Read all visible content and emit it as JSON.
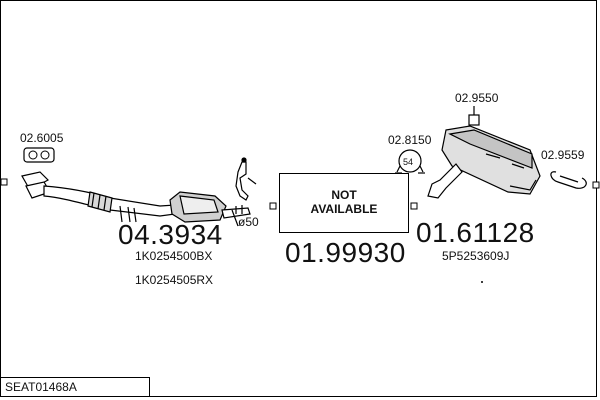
{
  "diagram_code": "SEAT01468A",
  "not_available": {
    "line1": "NOT",
    "line2": "AVAILABLE"
  },
  "parts": {
    "front_pipe_code": "04.3934",
    "front_pipe_refs": [
      "1K0254500BX",
      "1K0254505RX"
    ],
    "diameter": "ø50",
    "middle_code": "01.99930",
    "rear_code": "01.61128",
    "rear_ref": "5P5253609J"
  },
  "accessories": {
    "gasket_front": "02.6005",
    "clamp": "02.8150",
    "clamp_size": "54",
    "rubber_mount_1": "02.9550",
    "rubber_mount_2": "02.9559"
  }
}
